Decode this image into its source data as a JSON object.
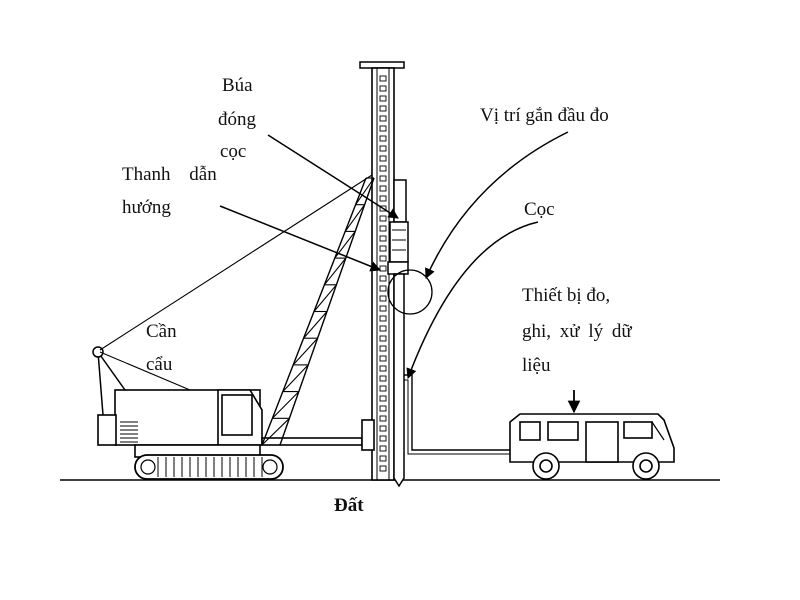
{
  "labels": {
    "hammer": [
      "Búa",
      "đóng",
      "cọc"
    ],
    "guide": [
      "Thanh dẫn",
      "hướng"
    ],
    "crane": [
      "Cần",
      "cẩu"
    ],
    "sensor_position": "Vị trí gắn đầu đo",
    "pile": "Cọc",
    "device": [
      "Thiết bị đo,",
      "ghi, xử lý dữ",
      "liệu"
    ],
    "ground": "Đất"
  }
}
